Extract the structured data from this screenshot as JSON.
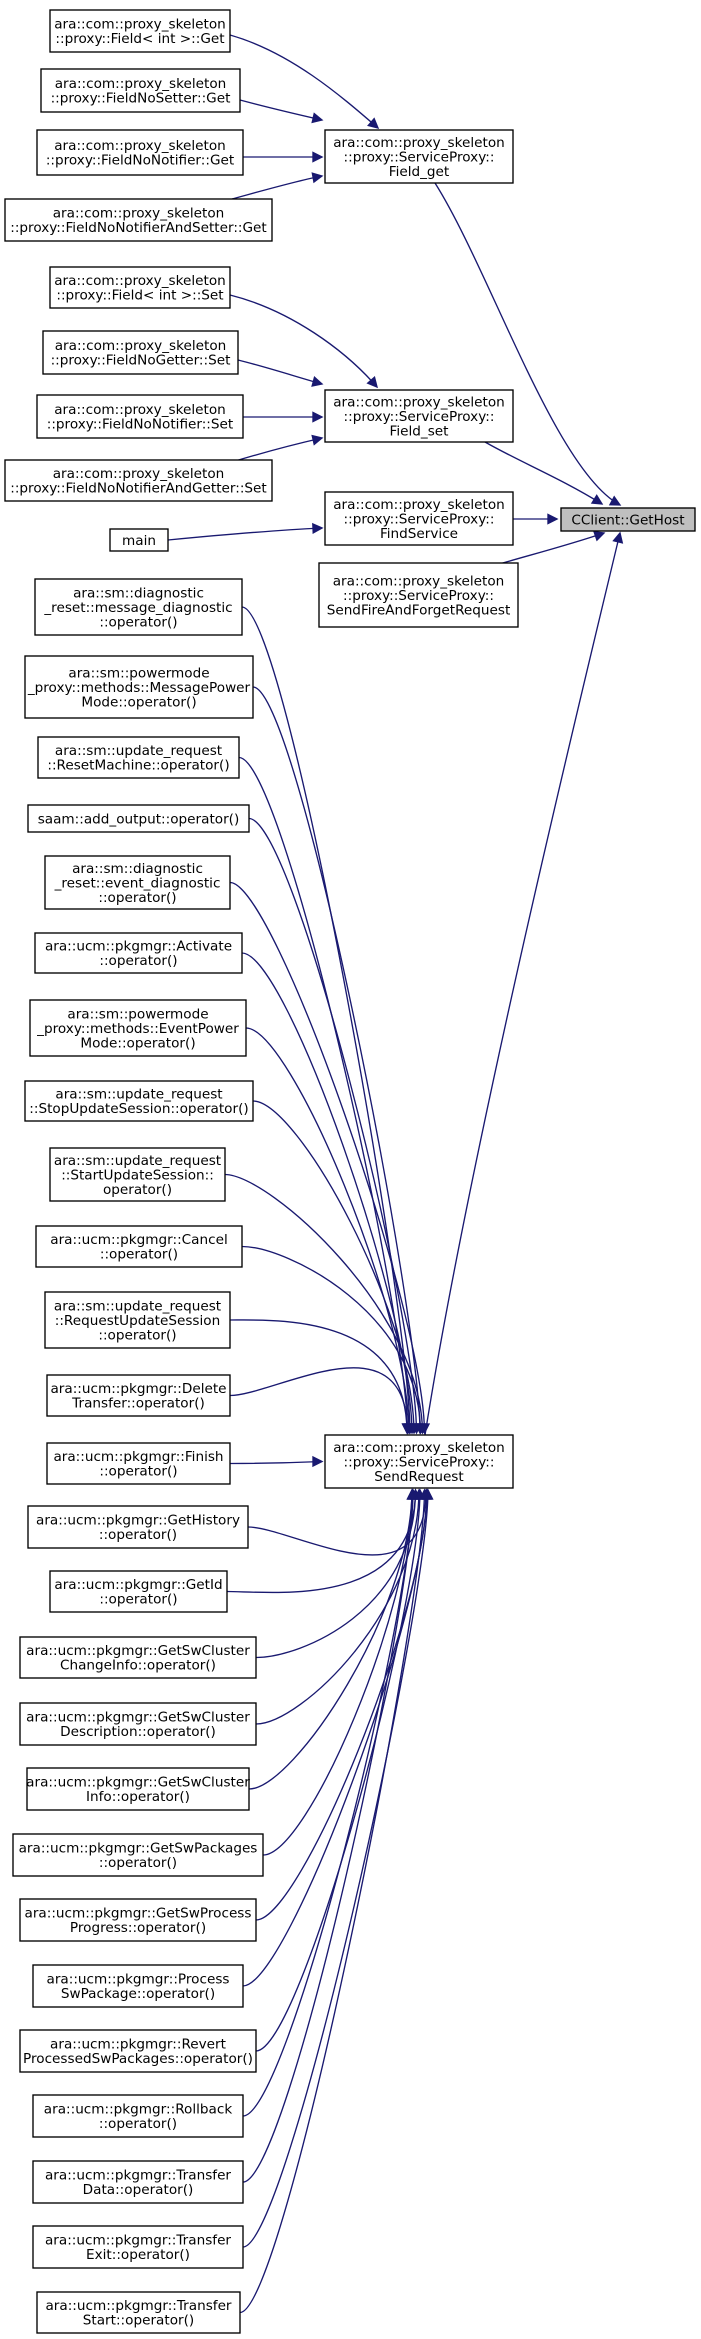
{
  "nodes": [
    {
      "id": "gethost",
      "lines": [
        "CClient::GetHost"
      ],
      "highlight": true
    },
    {
      "id": "field_get",
      "lines": [
        "ara::com::proxy_skeleton",
        "::proxy::ServiceProxy::",
        "Field_get"
      ]
    },
    {
      "id": "field_set",
      "lines": [
        "ara::com::proxy_skeleton",
        "::proxy::ServiceProxy::",
        "Field_set"
      ]
    },
    {
      "id": "findservice",
      "lines": [
        "ara::com::proxy_skeleton",
        "::proxy::ServiceProxy::",
        "FindService"
      ]
    },
    {
      "id": "sendff",
      "lines": [
        "ara::com::proxy_skeleton",
        "::proxy::ServiceProxy::",
        "SendFireAndForgetRequest"
      ]
    },
    {
      "id": "sendreq",
      "lines": [
        "ara::com::proxy_skeleton",
        "::proxy::ServiceProxy::",
        "SendRequest"
      ]
    },
    {
      "id": "g1",
      "lines": [
        "ara::com::proxy_skeleton",
        "::proxy::Field< int >::Get"
      ]
    },
    {
      "id": "g2",
      "lines": [
        "ara::com::proxy_skeleton",
        "::proxy::FieldNoSetter::Get"
      ]
    },
    {
      "id": "g3",
      "lines": [
        "ara::com::proxy_skeleton",
        "::proxy::FieldNoNotifier::Get"
      ]
    },
    {
      "id": "g4",
      "lines": [
        "ara::com::proxy_skeleton",
        "::proxy::FieldNoNotifierAndSetter::Get"
      ]
    },
    {
      "id": "s1",
      "lines": [
        "ara::com::proxy_skeleton",
        "::proxy::Field< int >::Set"
      ]
    },
    {
      "id": "s2",
      "lines": [
        "ara::com::proxy_skeleton",
        "::proxy::FieldNoGetter::Set"
      ]
    },
    {
      "id": "s3",
      "lines": [
        "ara::com::proxy_skeleton",
        "::proxy::FieldNoNotifier::Set"
      ]
    },
    {
      "id": "s4",
      "lines": [
        "ara::com::proxy_skeleton",
        "::proxy::FieldNoNotifierAndGetter::Set"
      ]
    },
    {
      "id": "main",
      "lines": [
        "main"
      ]
    },
    {
      "id": "r1",
      "lines": [
        "ara::sm::diagnostic",
        "_reset::message_diagnostic",
        "::operator()"
      ]
    },
    {
      "id": "r2",
      "lines": [
        "ara::sm::powermode",
        "_proxy::methods::MessagePower",
        "Mode::operator()"
      ]
    },
    {
      "id": "r3",
      "lines": [
        "ara::sm::update_request",
        "::ResetMachine::operator()"
      ]
    },
    {
      "id": "r4",
      "lines": [
        "saam::add_output::operator()"
      ]
    },
    {
      "id": "r5",
      "lines": [
        "ara::sm::diagnostic",
        "_reset::event_diagnostic",
        "::operator()"
      ]
    },
    {
      "id": "r6",
      "lines": [
        "ara::ucm::pkgmgr::Activate",
        "::operator()"
      ]
    },
    {
      "id": "r7",
      "lines": [
        "ara::sm::powermode",
        "_proxy::methods::EventPower",
        "Mode::operator()"
      ]
    },
    {
      "id": "r8",
      "lines": [
        "ara::sm::update_request",
        "::StopUpdateSession::operator()"
      ]
    },
    {
      "id": "r9",
      "lines": [
        "ara::sm::update_request",
        "::StartUpdateSession::",
        "operator()"
      ]
    },
    {
      "id": "r10",
      "lines": [
        "ara::ucm::pkgmgr::Cancel",
        "::operator()"
      ]
    },
    {
      "id": "r11",
      "lines": [
        "ara::sm::update_request",
        "::RequestUpdateSession",
        "::operator()"
      ]
    },
    {
      "id": "r12",
      "lines": [
        "ara::ucm::pkgmgr::Delete",
        "Transfer::operator()"
      ]
    },
    {
      "id": "r13",
      "lines": [
        "ara::ucm::pkgmgr::Finish",
        "::operator()"
      ]
    },
    {
      "id": "r14",
      "lines": [
        "ara::ucm::pkgmgr::GetHistory",
        "::operator()"
      ]
    },
    {
      "id": "r15",
      "lines": [
        "ara::ucm::pkgmgr::GetId",
        "::operator()"
      ]
    },
    {
      "id": "r16",
      "lines": [
        "ara::ucm::pkgmgr::GetSwCluster",
        "ChangeInfo::operator()"
      ]
    },
    {
      "id": "r17",
      "lines": [
        "ara::ucm::pkgmgr::GetSwCluster",
        "Description::operator()"
      ]
    },
    {
      "id": "r18",
      "lines": [
        "ara::ucm::pkgmgr::GetSwCluster",
        "Info::operator()"
      ]
    },
    {
      "id": "r19",
      "lines": [
        "ara::ucm::pkgmgr::GetSwPackages",
        "::operator()"
      ]
    },
    {
      "id": "r20",
      "lines": [
        "ara::ucm::pkgmgr::GetSwProcess",
        "Progress::operator()"
      ]
    },
    {
      "id": "r21",
      "lines": [
        "ara::ucm::pkgmgr::Process",
        "SwPackage::operator()"
      ]
    },
    {
      "id": "r22",
      "lines": [
        "ara::ucm::pkgmgr::Revert",
        "ProcessedSwPackages::operator()"
      ]
    },
    {
      "id": "r23",
      "lines": [
        "ara::ucm::pkgmgr::Rollback",
        "::operator()"
      ]
    },
    {
      "id": "r24",
      "lines": [
        "ara::ucm::pkgmgr::Transfer",
        "Data::operator()"
      ]
    },
    {
      "id": "r25",
      "lines": [
        "ara::ucm::pkgmgr::Transfer",
        "Exit::operator()"
      ]
    },
    {
      "id": "r26",
      "lines": [
        "ara::ucm::pkgmgr::Transfer",
        "Start::operator()"
      ]
    }
  ],
  "edges": [
    {
      "from": "field_get",
      "to": "gethost"
    },
    {
      "from": "field_set",
      "to": "gethost"
    },
    {
      "from": "findservice",
      "to": "gethost"
    },
    {
      "from": "sendff",
      "to": "gethost"
    },
    {
      "from": "sendreq",
      "to": "gethost"
    },
    {
      "from": "g1",
      "to": "field_get"
    },
    {
      "from": "g2",
      "to": "field_get"
    },
    {
      "from": "g3",
      "to": "field_get"
    },
    {
      "from": "g4",
      "to": "field_get"
    },
    {
      "from": "s1",
      "to": "field_set"
    },
    {
      "from": "s2",
      "to": "field_set"
    },
    {
      "from": "s3",
      "to": "field_set"
    },
    {
      "from": "s4",
      "to": "field_set"
    },
    {
      "from": "main",
      "to": "findservice"
    },
    {
      "from": "r1",
      "to": "sendreq"
    },
    {
      "from": "r2",
      "to": "sendreq"
    },
    {
      "from": "r3",
      "to": "sendreq"
    },
    {
      "from": "r4",
      "to": "sendreq"
    },
    {
      "from": "r5",
      "to": "sendreq"
    },
    {
      "from": "r6",
      "to": "sendreq"
    },
    {
      "from": "r7",
      "to": "sendreq"
    },
    {
      "from": "r8",
      "to": "sendreq"
    },
    {
      "from": "r9",
      "to": "sendreq"
    },
    {
      "from": "r10",
      "to": "sendreq"
    },
    {
      "from": "r11",
      "to": "sendreq"
    },
    {
      "from": "r12",
      "to": "sendreq"
    },
    {
      "from": "r13",
      "to": "sendreq"
    },
    {
      "from": "r14",
      "to": "sendreq"
    },
    {
      "from": "r15",
      "to": "sendreq"
    },
    {
      "from": "r16",
      "to": "sendreq"
    },
    {
      "from": "r17",
      "to": "sendreq"
    },
    {
      "from": "r18",
      "to": "sendreq"
    },
    {
      "from": "r19",
      "to": "sendreq"
    },
    {
      "from": "r20",
      "to": "sendreq"
    },
    {
      "from": "r21",
      "to": "sendreq"
    },
    {
      "from": "r22",
      "to": "sendreq"
    },
    {
      "from": "r23",
      "to": "sendreq"
    },
    {
      "from": "r24",
      "to": "sendreq"
    },
    {
      "from": "r25",
      "to": "sendreq"
    },
    {
      "from": "r26",
      "to": "sendreq"
    }
  ],
  "colors": {
    "edge": "#191970",
    "node_border": "#000000",
    "node_fill": "#ffffff",
    "highlight_fill": "#bfbfbf"
  }
}
